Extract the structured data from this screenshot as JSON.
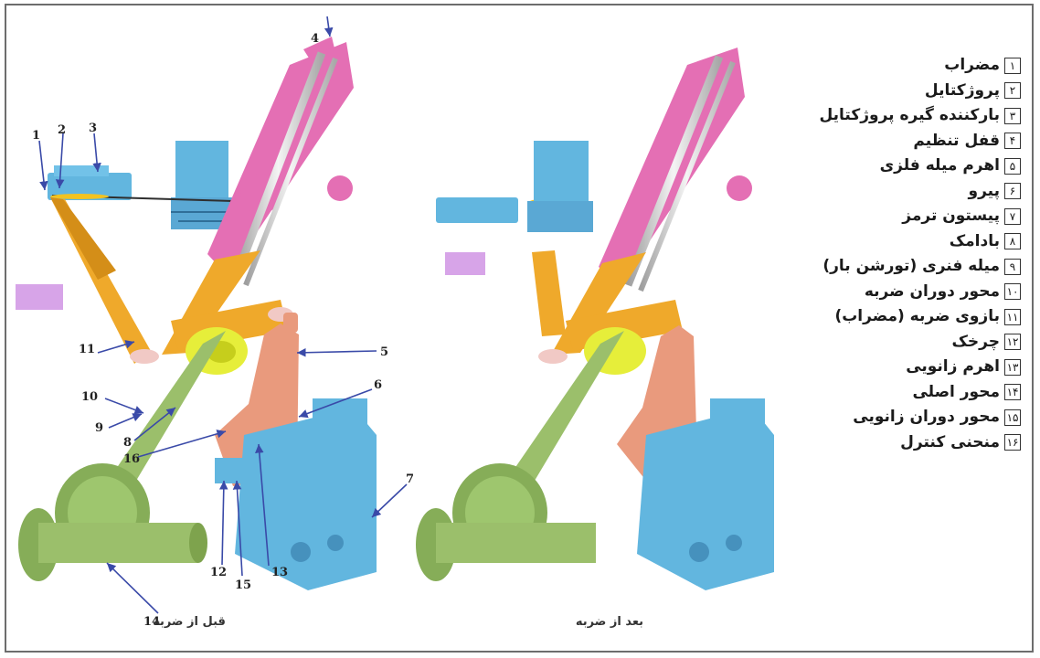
{
  "diagram": {
    "left_caption": "قبل از ضربه",
    "right_caption": "بعد از ضربه",
    "callouts": [
      "1",
      "2",
      "3",
      "4",
      "5",
      "6",
      "7",
      "8",
      "9",
      "10",
      "11",
      "12",
      "13",
      "14",
      "15",
      "16"
    ]
  },
  "legend": [
    {
      "num": "۱",
      "label": "مضراب"
    },
    {
      "num": "۲",
      "label": "پروژکتایل"
    },
    {
      "num": "۳",
      "label": "بارکننده گیره پروژکتایل"
    },
    {
      "num": "۴",
      "label": "قفل تنظیم"
    },
    {
      "num": "۵",
      "label": "اهرم میله فلزی"
    },
    {
      "num": "۶",
      "label": "پیرو"
    },
    {
      "num": "۷",
      "label": "پیستون ترمز"
    },
    {
      "num": "۸",
      "label": "بادامک"
    },
    {
      "num": "۹",
      "label": "میله فنری (تورشن بار)"
    },
    {
      "num": "۱۰",
      "label": "محور دوران ضربه"
    },
    {
      "num": "۱۱",
      "label": "بازوی ضربه (مضراب)"
    },
    {
      "num": "۱۲",
      "label": "چرخک"
    },
    {
      "num": "۱۳",
      "label": "اهرم زانویی"
    },
    {
      "num": "۱۴",
      "label": "محور اصلی"
    },
    {
      "num": "۱۵",
      "label": "محور دوران زانویی"
    },
    {
      "num": "۱۶",
      "label": "منحنی کنترل"
    }
  ],
  "colors": {
    "pink": "#e46fb4",
    "orange": "#efa92b",
    "green": "#9bbf6b",
    "yellow": "#e6ee3a",
    "salmon": "#e99a7d",
    "blue": "#62b6df",
    "arrow": "#3a4aa8"
  }
}
